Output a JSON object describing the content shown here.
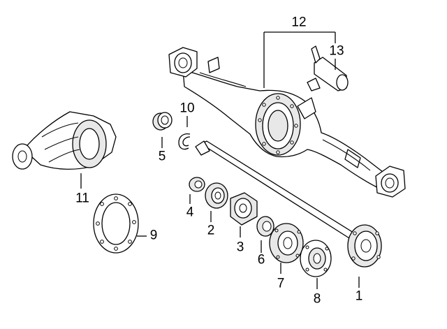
{
  "parts": [
    {
      "id": "1",
      "icon": "axle-shaft-flange"
    },
    {
      "id": "2",
      "icon": "bearing"
    },
    {
      "id": "3",
      "icon": "bearing-retainer"
    },
    {
      "id": "4",
      "icon": "oil-seal"
    },
    {
      "id": "5",
      "icon": "oil-seal"
    },
    {
      "id": "6",
      "icon": "bearing"
    },
    {
      "id": "7",
      "icon": "brake-backing-plate"
    },
    {
      "id": "8",
      "icon": "spacer-plate"
    },
    {
      "id": "9",
      "icon": "gasket"
    },
    {
      "id": "10",
      "icon": "snap-ring"
    },
    {
      "id": "11",
      "icon": "differential-carrier"
    },
    {
      "id": "12",
      "icon": "axle-housing"
    },
    {
      "id": "13",
      "icon": "vent-fitting"
    }
  ]
}
